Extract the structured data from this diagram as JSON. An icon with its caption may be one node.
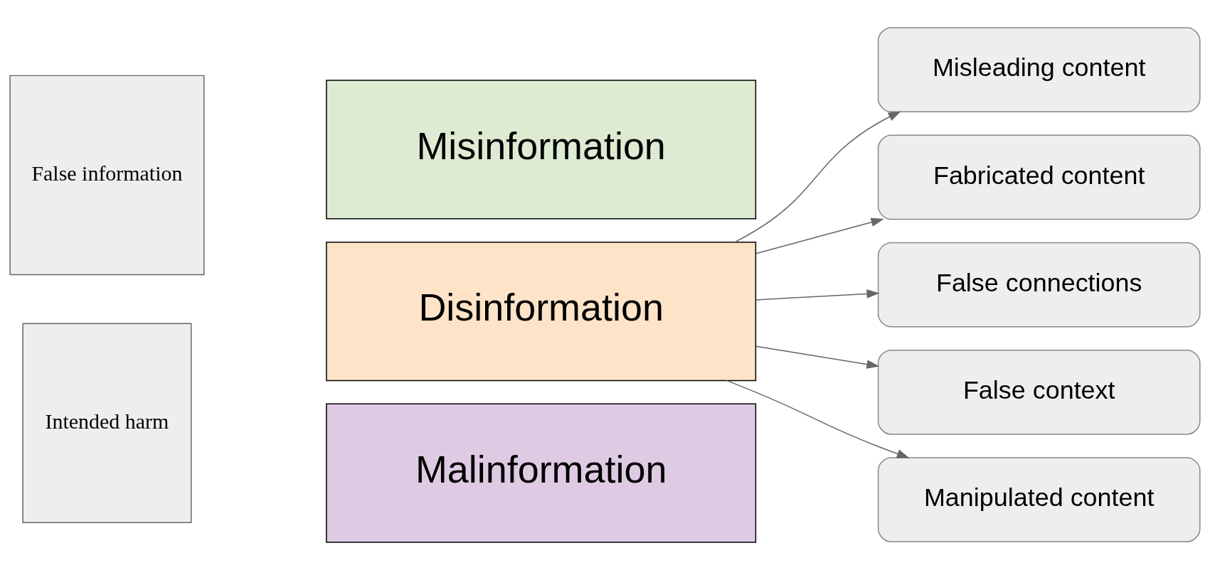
{
  "diagram": {
    "nodes": [
      {
        "text": [
          "False information"
        ]
      },
      {
        "text": [
          "Intended harm"
        ]
      },
      {
        "text": [
          "Misinformation"
        ]
      },
      {
        "text": [
          "Disinformation"
        ]
      },
      {
        "text": [
          "Malinformation"
        ]
      },
      {
        "text": [
          "Misleading content"
        ]
      },
      {
        "text": [
          "Fabricated content"
        ]
      },
      {
        "text": [
          "False connections"
        ]
      },
      {
        "text": [
          "False context"
        ]
      },
      {
        "text": [
          "Manipulated content"
        ]
      }
    ],
    "edges": [
      {
        "from": 3,
        "to": 5,
        "arrow": "to"
      },
      {
        "from": 3,
        "to": 6,
        "arrow": "to"
      },
      {
        "from": 3,
        "to": 7,
        "arrow": "to"
      },
      {
        "from": 3,
        "to": 8,
        "arrow": "to"
      },
      {
        "from": 3,
        "to": 9,
        "arrow": "to"
      }
    ]
  }
}
